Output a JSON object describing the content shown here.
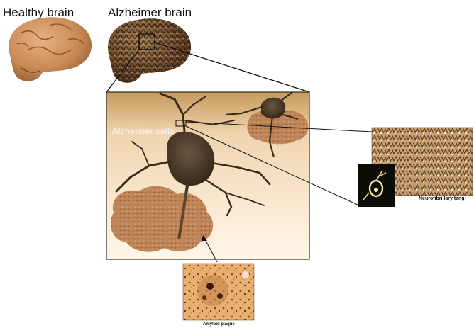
{
  "labels": {
    "healthy_brain": "Healthy brain",
    "alzheimer_brain": "Alzheimer brain",
    "alzheimer_cells": "Alzheimer cells",
    "neurofibrillary_tangle": "Neurofibrillary tangl",
    "amyloid_plaque": "Amyloid plaque"
  },
  "colors": {
    "healthy_brain": "#c98a55",
    "alzheimer_brain": "#6b4a2c",
    "panel_top": "#c79a5a",
    "panel_bottom": "#fff6e8",
    "neuron": "#4a3826",
    "plaque": "#b87a4c",
    "connector_line": "#111111"
  }
}
